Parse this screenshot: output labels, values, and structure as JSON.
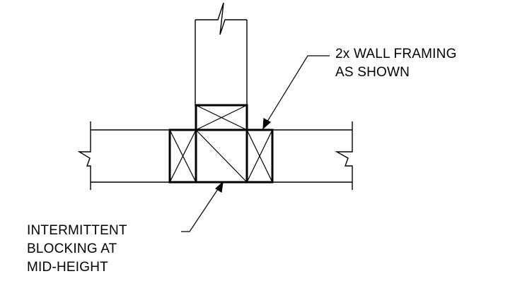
{
  "detail": {
    "line_color": "#000000",
    "background": "#ffffff"
  },
  "notes": {
    "framing": {
      "line1": "2x WALL FRAMING",
      "line2": "AS SHOWN"
    },
    "blocking": {
      "line1": "INTERMITTENT",
      "line2": "BLOCKING AT",
      "line3": "MID-HEIGHT"
    }
  }
}
